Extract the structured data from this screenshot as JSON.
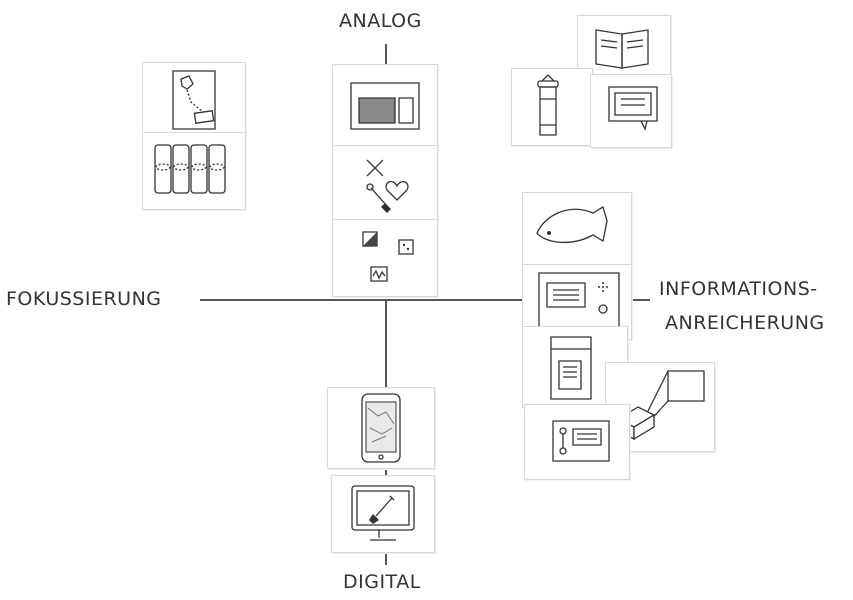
{
  "axes": {
    "top": "ANALOG",
    "bottom": "DIGITAL",
    "left": "FOKUSSIERUNG",
    "right_line1": "INFORMATIONS-",
    "right_line2": "ANREICHERUNG"
  },
  "cards": [
    {
      "name": "paper-map-card",
      "icon": "paper-map-icon"
    },
    {
      "name": "display-cases-card",
      "icon": "display-cases-icon"
    },
    {
      "name": "exhibit-panel-card",
      "icon": "wall-panel-icon"
    },
    {
      "name": "dig-and-love-card",
      "icon": "shovel-heart-icon"
    },
    {
      "name": "material-samples-card",
      "icon": "sample-tiles-icon"
    },
    {
      "name": "booklet-card",
      "icon": "booklet-icon"
    },
    {
      "name": "advertising-column-card",
      "icon": "advertising-column-icon"
    },
    {
      "name": "speech-board-card",
      "icon": "speech-bubble-icon"
    },
    {
      "name": "fish-card",
      "icon": "fish-icon"
    },
    {
      "name": "info-terminal-card",
      "icon": "info-terminal-icon"
    },
    {
      "name": "document-stand-card",
      "icon": "document-stand-icon"
    },
    {
      "name": "projector-card",
      "icon": "projector-icon"
    },
    {
      "name": "audio-guide-card",
      "icon": "audio-guide-icon"
    },
    {
      "name": "smartphone-map-card",
      "icon": "smartphone-map-icon"
    },
    {
      "name": "monitor-shovel-card",
      "icon": "monitor-shovel-icon"
    }
  ]
}
